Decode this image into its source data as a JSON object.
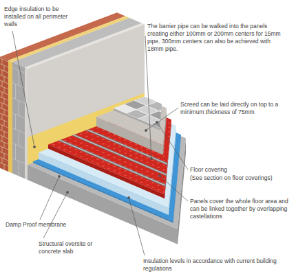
{
  "diagram": {
    "labels": [
      "Edge insulation to be installed on all perimeter walls",
      "The barrier pipe can be walked into the panels creating either 100mm or 200mm centers for 15mm pipe. 300mm centers can also be achieved with 18mm pipe.",
      "Screed can be laid directly on top to a minimum thickness of 75mm",
      "Floor covering",
      "(See section on floor coverings)",
      "Panels cover the whole floor area and can be linked together by overlapping castellations",
      "Damp Proof membrane",
      "Structural oversite or concrete slab",
      "Insulation levels in accordance with current building regulations"
    ]
  }
}
